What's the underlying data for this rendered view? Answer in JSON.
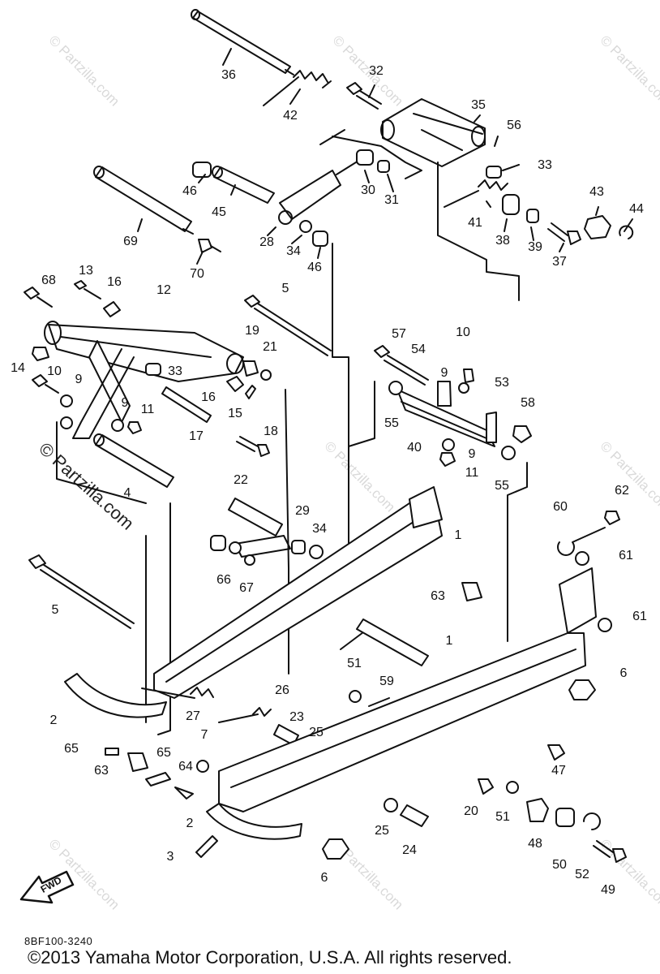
{
  "watermark": {
    "text": "© Partzilla.com",
    "left_text": "© Partzilla.com"
  },
  "diagram_code": "8BF100-3240",
  "copyright": "©2013  Yamaha Motor Corporation, U.S.A. All rights reserved.",
  "fwd_label": "FWD",
  "callouts": [
    {
      "id": "c36",
      "text": "36"
    },
    {
      "id": "c42",
      "text": "42"
    },
    {
      "id": "c32",
      "text": "32"
    },
    {
      "id": "c35",
      "text": "35"
    },
    {
      "id": "c56",
      "text": "56"
    },
    {
      "id": "c33a",
      "text": "33"
    },
    {
      "id": "c46a",
      "text": "46"
    },
    {
      "id": "c45",
      "text": "45"
    },
    {
      "id": "c30",
      "text": "30"
    },
    {
      "id": "c31",
      "text": "31"
    },
    {
      "id": "c41",
      "text": "41"
    },
    {
      "id": "c43",
      "text": "43"
    },
    {
      "id": "c44",
      "text": "44"
    },
    {
      "id": "c69",
      "text": "69"
    },
    {
      "id": "c28",
      "text": "28"
    },
    {
      "id": "c34a",
      "text": "34"
    },
    {
      "id": "c46b",
      "text": "46"
    },
    {
      "id": "c38",
      "text": "38"
    },
    {
      "id": "c39",
      "text": "39"
    },
    {
      "id": "c37",
      "text": "37"
    },
    {
      "id": "c70",
      "text": "70"
    },
    {
      "id": "c68",
      "text": "68"
    },
    {
      "id": "c13",
      "text": "13"
    },
    {
      "id": "c16a",
      "text": "16"
    },
    {
      "id": "c12",
      "text": "12"
    },
    {
      "id": "c5a",
      "text": "5"
    },
    {
      "id": "c57",
      "text": "57"
    },
    {
      "id": "c10a",
      "text": "10"
    },
    {
      "id": "c54",
      "text": "54"
    },
    {
      "id": "c19",
      "text": "19"
    },
    {
      "id": "c21",
      "text": "21"
    },
    {
      "id": "c14",
      "text": "14"
    },
    {
      "id": "c33b",
      "text": "33"
    },
    {
      "id": "c9a",
      "text": "9"
    },
    {
      "id": "c53",
      "text": "53"
    },
    {
      "id": "c10b",
      "text": "10"
    },
    {
      "id": "c9b",
      "text": "9"
    },
    {
      "id": "c16b",
      "text": "16"
    },
    {
      "id": "c15",
      "text": "15"
    },
    {
      "id": "c55a",
      "text": "55"
    },
    {
      "id": "c58",
      "text": "58"
    },
    {
      "id": "c9c",
      "text": "9"
    },
    {
      "id": "c11a",
      "text": "11"
    },
    {
      "id": "c17",
      "text": "17"
    },
    {
      "id": "c18",
      "text": "18"
    },
    {
      "id": "c40",
      "text": "40"
    },
    {
      "id": "c9d",
      "text": "9"
    },
    {
      "id": "c11b",
      "text": "11"
    },
    {
      "id": "c55b",
      "text": "55"
    },
    {
      "id": "c4",
      "text": "4"
    },
    {
      "id": "c62",
      "text": "62"
    },
    {
      "id": "c22",
      "text": "22"
    },
    {
      "id": "c60",
      "text": "60"
    },
    {
      "id": "c29",
      "text": "29"
    },
    {
      "id": "c34b",
      "text": "34"
    },
    {
      "id": "c1a",
      "text": "1"
    },
    {
      "id": "c61a",
      "text": "61"
    },
    {
      "id": "c66",
      "text": "66"
    },
    {
      "id": "c67",
      "text": "67"
    },
    {
      "id": "c63a",
      "text": "63"
    },
    {
      "id": "c5b",
      "text": "5"
    },
    {
      "id": "c61b",
      "text": "61"
    },
    {
      "id": "c1b",
      "text": "1"
    },
    {
      "id": "c51a",
      "text": "51"
    },
    {
      "id": "c59",
      "text": "59"
    },
    {
      "id": "c6a",
      "text": "6"
    },
    {
      "id": "c2a",
      "text": "2"
    },
    {
      "id": "c27",
      "text": "27"
    },
    {
      "id": "c26",
      "text": "26"
    },
    {
      "id": "c23",
      "text": "23"
    },
    {
      "id": "c25a",
      "text": "25"
    },
    {
      "id": "c7",
      "text": "7"
    },
    {
      "id": "c47",
      "text": "47"
    },
    {
      "id": "c65a",
      "text": "65"
    },
    {
      "id": "c65b",
      "text": "65"
    },
    {
      "id": "c63b",
      "text": "63"
    },
    {
      "id": "c64",
      "text": "64"
    },
    {
      "id": "c20",
      "text": "20"
    },
    {
      "id": "c51b",
      "text": "51"
    },
    {
      "id": "c2b",
      "text": "2"
    },
    {
      "id": "c25b",
      "text": "25"
    },
    {
      "id": "c48",
      "text": "48"
    },
    {
      "id": "c50",
      "text": "50"
    },
    {
      "id": "c52",
      "text": "52"
    },
    {
      "id": "c49",
      "text": "49"
    },
    {
      "id": "c3",
      "text": "3"
    },
    {
      "id": "c24",
      "text": "24"
    },
    {
      "id": "c6b",
      "text": "6"
    }
  ]
}
